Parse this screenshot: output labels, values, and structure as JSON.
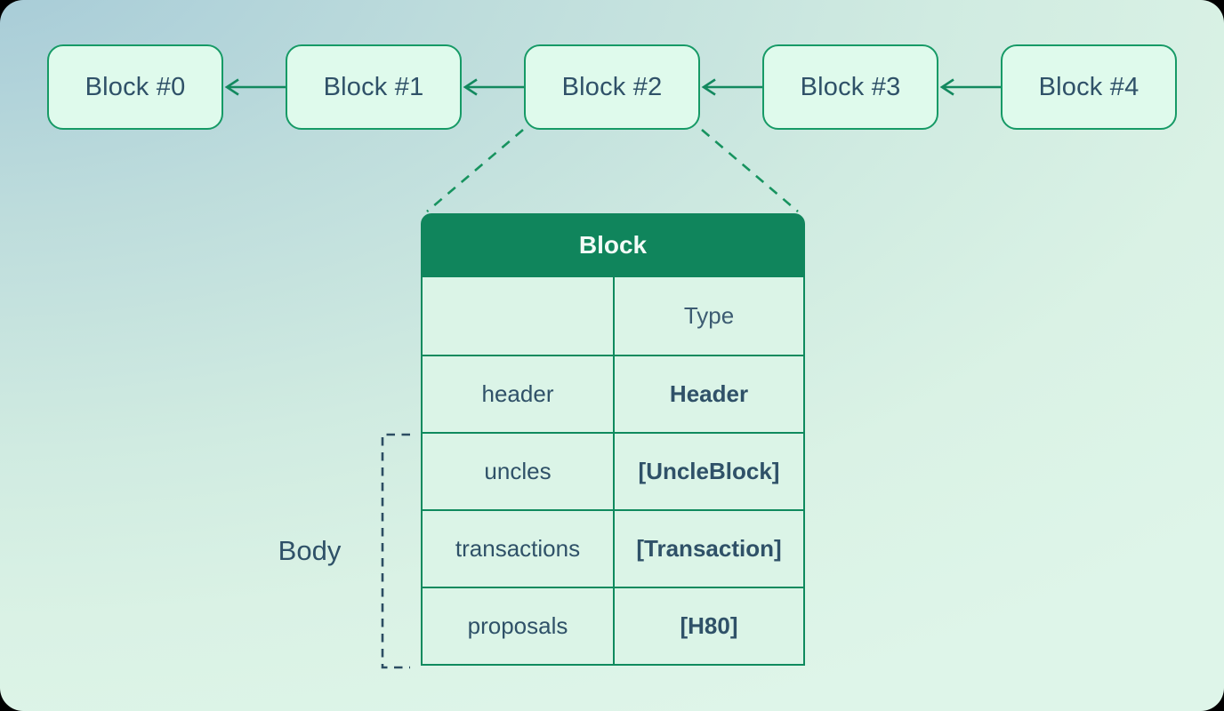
{
  "chain": {
    "blocks": [
      {
        "label": "Block #0"
      },
      {
        "label": "Block #1"
      },
      {
        "label": "Block #2"
      },
      {
        "label": "Block #3"
      },
      {
        "label": "Block #4"
      }
    ]
  },
  "detail_table": {
    "title": "Block",
    "columns": {
      "field": "",
      "type": "Type"
    },
    "rows": [
      {
        "field": "header",
        "type": "Header"
      },
      {
        "field": "uncles",
        "type": "[UncleBlock]"
      },
      {
        "field": "transactions",
        "type": "[Transaction]"
      },
      {
        "field": "proposals",
        "type": "[H80]"
      }
    ]
  },
  "annotations": {
    "body_label": "Body"
  },
  "colors": {
    "accent_green": "#13895f",
    "block_border_green": "#169a66",
    "table_line_green": "#0f8a5e",
    "table_header_green": "#10855c",
    "block_fill": "#dffaec",
    "cell_fill": "#dbf4e7",
    "text_navy": "#2f5168",
    "bracket_navy": "#2c4d63",
    "header_text": "#f2fbf7",
    "bg_blue": "#a4c9d7",
    "bg_mint": "#def5e9"
  }
}
